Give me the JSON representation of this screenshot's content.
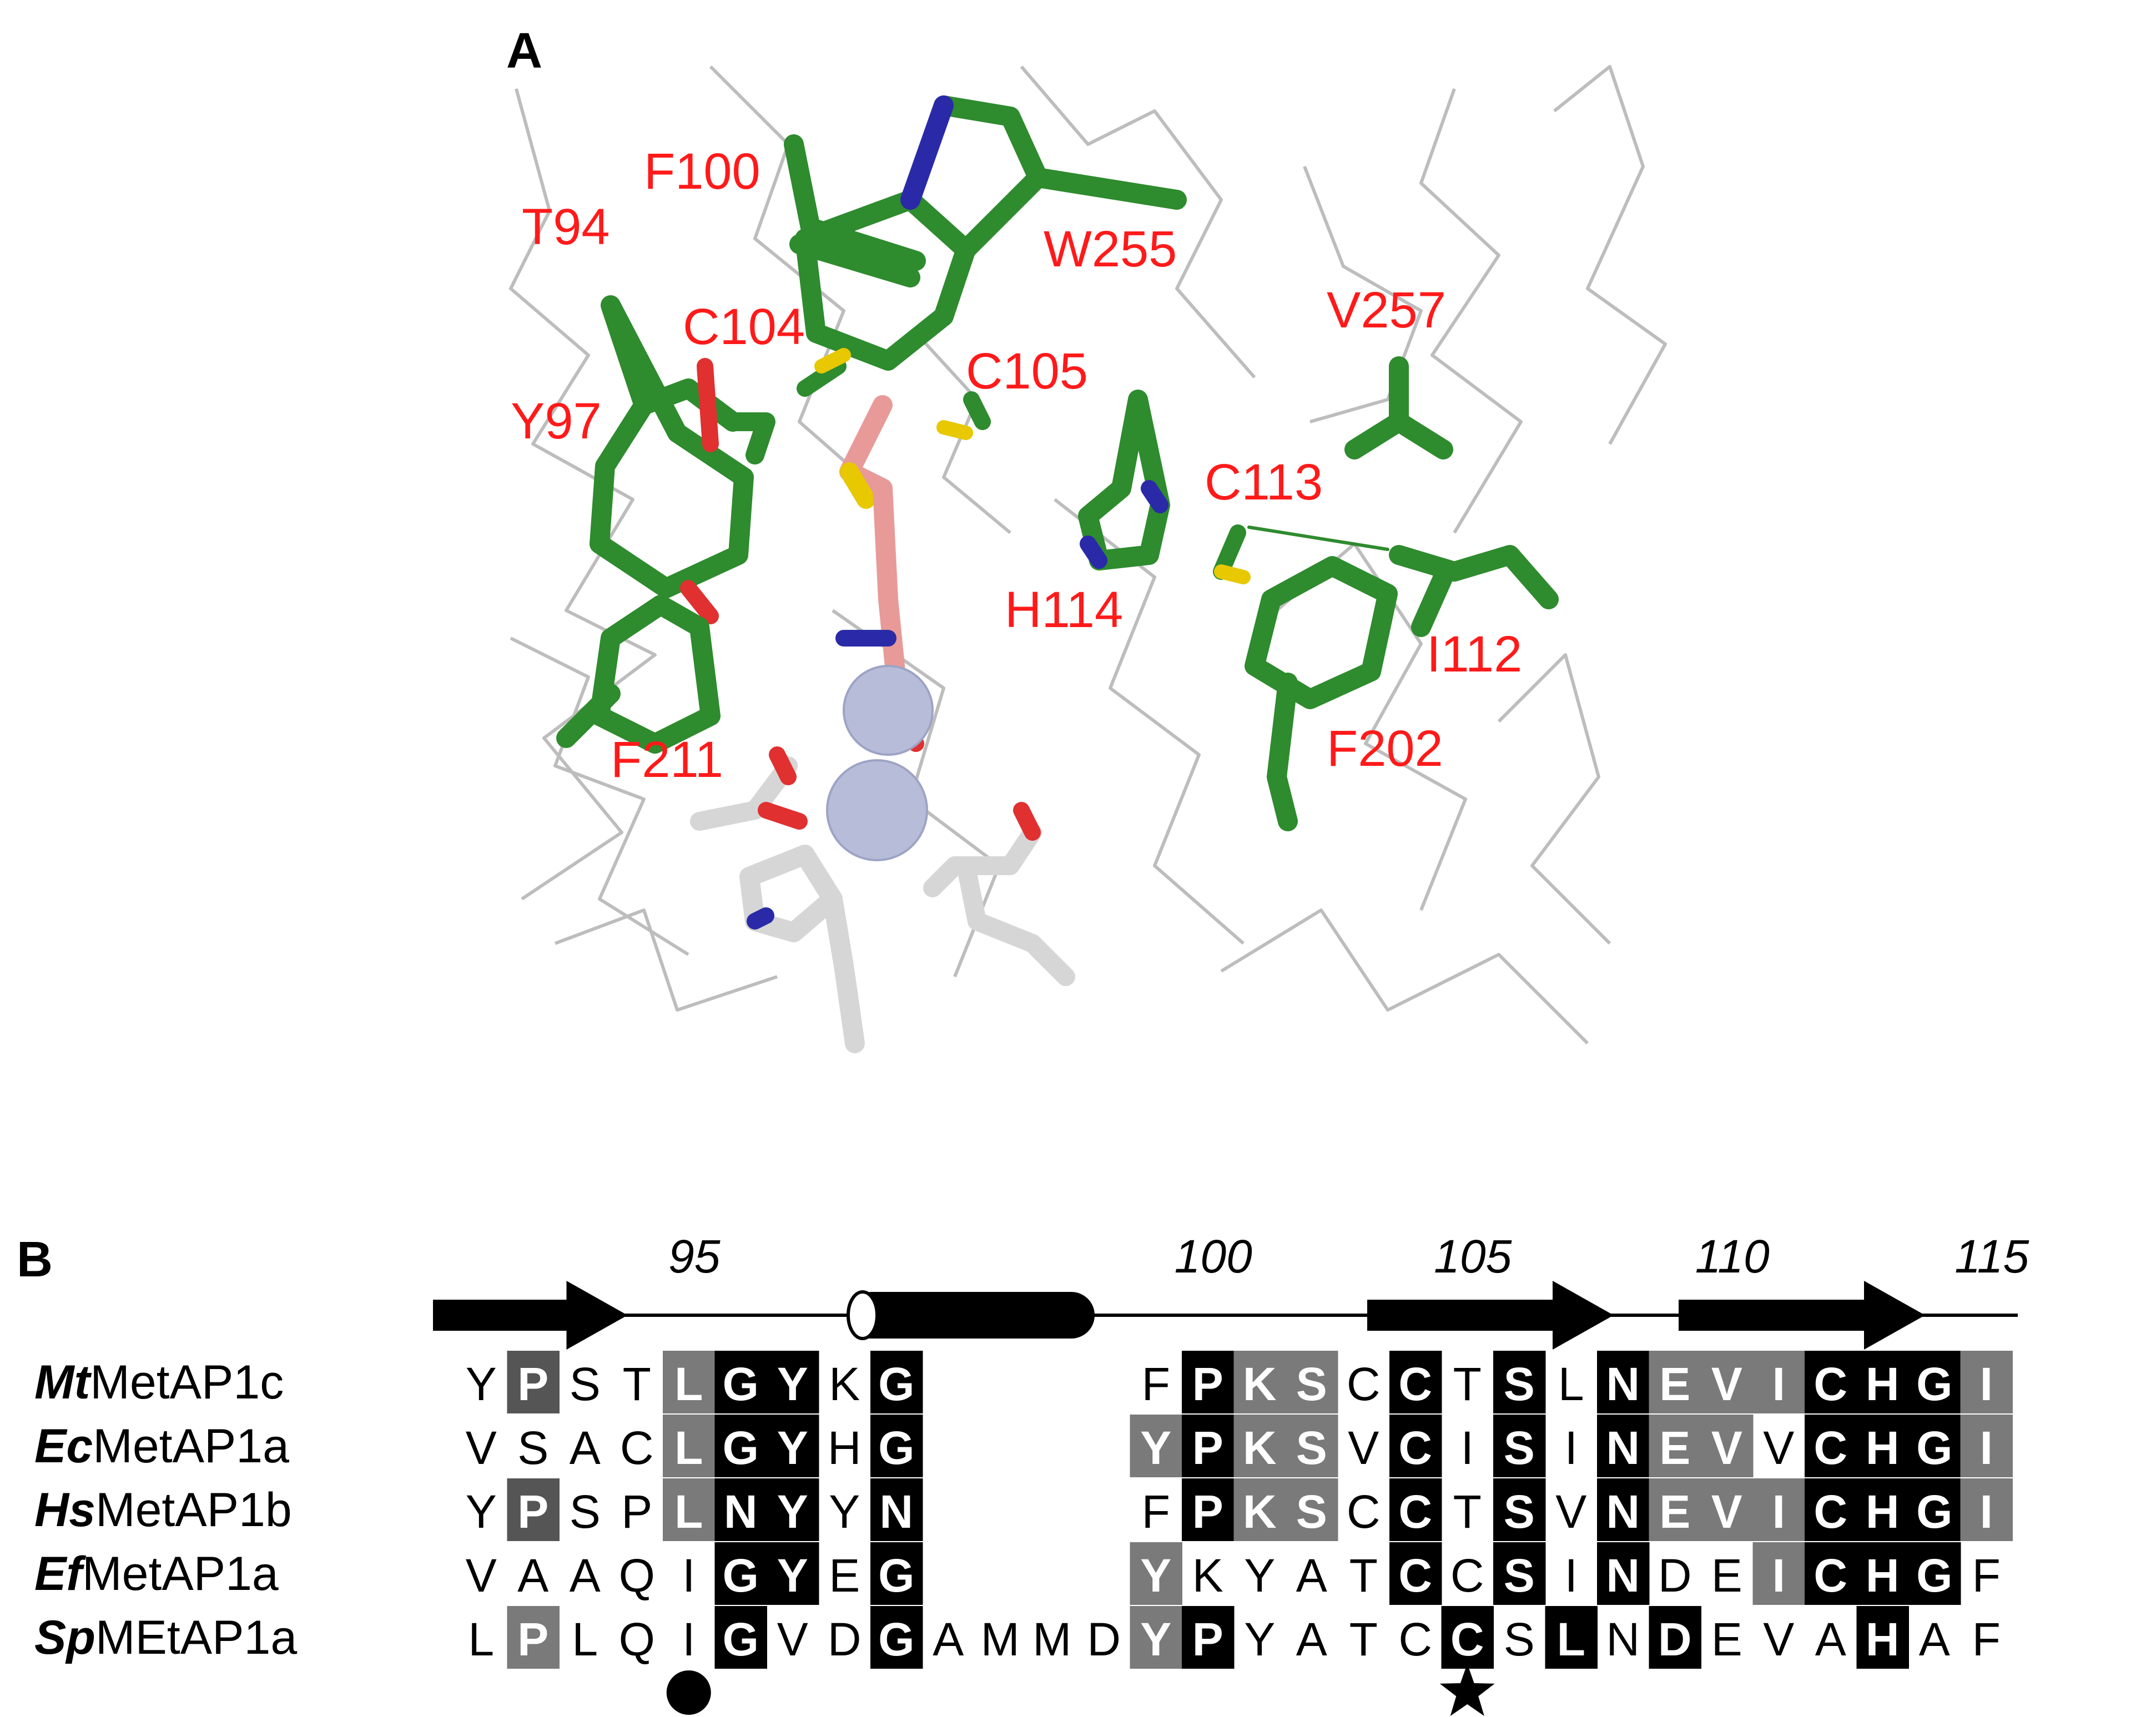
{
  "panel_a": {
    "letter": "A",
    "residue_labels": [
      {
        "id": "t94",
        "text": "T94"
      },
      {
        "id": "f100",
        "text": "F100"
      },
      {
        "id": "w255",
        "text": "W255"
      },
      {
        "id": "c104",
        "text": "C104"
      },
      {
        "id": "c105",
        "text": "C105"
      },
      {
        "id": "v257",
        "text": "V257"
      },
      {
        "id": "y97",
        "text": "Y97"
      },
      {
        "id": "c113",
        "text": "C113"
      },
      {
        "id": "h114",
        "text": "H114"
      },
      {
        "id": "i112",
        "text": "I112"
      },
      {
        "id": "f211",
        "text": "F211"
      },
      {
        "id": "f202",
        "text": "F202"
      }
    ],
    "colors": {
      "residue_stick": "#2e8b2e",
      "ligand": "#e89a98",
      "metal": "#b7bdd8",
      "backbone": "#bdbdbd",
      "sulfur": "#e8c800",
      "nitrogen": "#2a2aa8",
      "oxygen": "#e03030",
      "label": "#ff1a1a"
    }
  },
  "panel_b": {
    "letter": "B",
    "position_numbers": [
      {
        "text": "95",
        "col": 4
      },
      {
        "text": "100",
        "col": 14
      },
      {
        "text": "105",
        "col": 19
      },
      {
        "text": "110",
        "col": 24
      },
      {
        "text": "115",
        "col": 29
      }
    ],
    "species": [
      {
        "prefix": "Mt",
        "suffix": "MetAP1c"
      },
      {
        "prefix": "Ec",
        "suffix": "MetAP1a"
      },
      {
        "prefix": "Hs",
        "suffix": "MetAP1b"
      },
      {
        "prefix": "Ef",
        "suffix": "MetAP1a"
      },
      {
        "prefix": "Sp",
        "suffix": "MEtAP1a"
      }
    ],
    "sequences": [
      "YPSTLGYKG....FPKSCCTSLNEVICHGI",
      "VSACLGYHG....YPKSVCISINEVVCHGI",
      "YPSPLNYYN....FPKSCCTSVNEVICHGI",
      "VAAQIGYEG....YKYATCCSINDEICHGF",
      "LPLQIGVDGAMMDYPYATCCSLNDEVAHAF"
    ],
    "shading": [
      "wdwwmkkwk....wkmmwkwkwkmmmkkkm",
      "wwwwmkkwk....mkmmwkwkwkmmwkkkm",
      "wdwwmkkwk....wkmmwkwkwkmmmkkkm",
      "wwwwwkkwk....mwwwwkwkwkwwmkkkw",
      "wmwwwkwwkwwwwmkwwwwkwkwkwwwkww"
    ],
    "shade_colors": {
      "k": "#000000",
      "d": "#555555",
      "m": "#7a7a7a",
      "w": "#ffffff"
    },
    "markers": [
      {
        "type": "circle",
        "col": 4
      },
      {
        "type": "star",
        "col": 19
      }
    ],
    "secondary_structure": [
      {
        "type": "strand",
        "start": 0,
        "end": 2
      },
      {
        "type": "helix",
        "start": 8,
        "end": 11
      },
      {
        "type": "strand",
        "start": 18,
        "end": 21
      },
      {
        "type": "strand",
        "start": 24,
        "end": 27
      }
    ]
  }
}
